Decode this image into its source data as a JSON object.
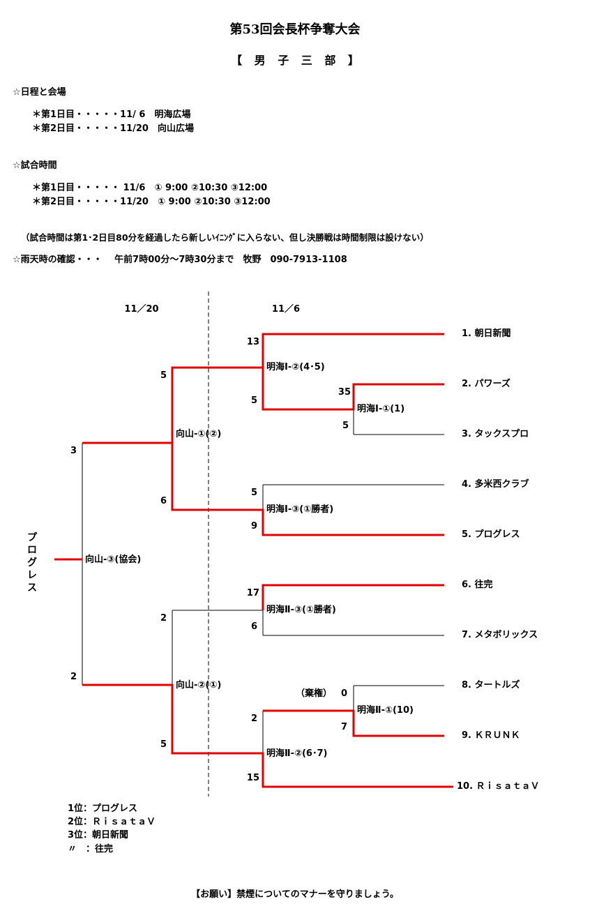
{
  "title": "第53回会長杯争奪大会",
  "subtitle": "【 男 子 三 部 】",
  "schedule": {
    "heading": "☆日程と会場",
    "lines": [
      "＊第1日目・・・・・11/ 6　明海広場",
      "＊第2日目・・・・・11/20　向山広場"
    ]
  },
  "times": {
    "heading": "☆試合時間",
    "lines": [
      "＊第1日目・・・・・ 11/6　① 9:00 ②10:30 ③12:00",
      "＊第2日目・・・・・11/20　① 9:00 ②10:30 ③12:00"
    ],
    "note": "（試合時間は第1･2日目80分を経過したら新しいｲﾆﾝｸﾞに入らない、但し決勝戦は時間制限は設けない）"
  },
  "rain": "☆雨天時の確認・・・　 午前7時00分～7時30分まで　牧野　090-7913-1108",
  "dates": {
    "day2": "11／20",
    "day1": "11／6"
  },
  "teams": [
    "1. 朝日新聞",
    "2. パワーズ",
    "3. タックスプロ",
    "4. 多米西クラブ",
    "5. プログレス",
    "6. 往完",
    "7. メタボリックス",
    "8. タートルズ",
    "9. ＫＲＵＮＫ",
    "10. ＲｉｓａｔａＶ"
  ],
  "matches": {
    "m1": {
      "label": "明海Ⅰ-①(1)",
      "scores": [
        "35",
        "5"
      ]
    },
    "m2": {
      "label": "明海Ⅰ-②(4･5)",
      "scores": [
        "13",
        "5"
      ]
    },
    "m3": {
      "label": "明海Ⅰ-③(①勝者)",
      "scores": [
        "5",
        "9"
      ]
    },
    "m4": {
      "label": "明海Ⅱ-③(①勝者)",
      "scores": [
        "17",
        "6"
      ]
    },
    "m5": {
      "label": "明海Ⅱ-①(10)",
      "scores": [
        "0",
        "7"
      ],
      "note": "（棄権）"
    },
    "m6": {
      "label": "明海Ⅱ-②(6･7)",
      "scores": [
        "2",
        "15"
      ]
    },
    "s1": {
      "label": "向山-①(②)",
      "scores": [
        "5",
        "6"
      ]
    },
    "s2": {
      "label": "向山-②(①)",
      "scores": [
        "2",
        "5"
      ]
    },
    "final": {
      "label": "向山-③(協会)",
      "scores": [
        "3",
        "2"
      ]
    }
  },
  "champion": "プログレス",
  "results": [
    "1位：プログレス",
    "2位：ＲｉｓａｔａＶ",
    "3位：朝日新聞",
    "〃　：往完"
  ],
  "footer": "【お願い】禁煙についてのマナーを守りましょう。",
  "colors": {
    "winner_line": "#e00000",
    "line": "#000000"
  }
}
